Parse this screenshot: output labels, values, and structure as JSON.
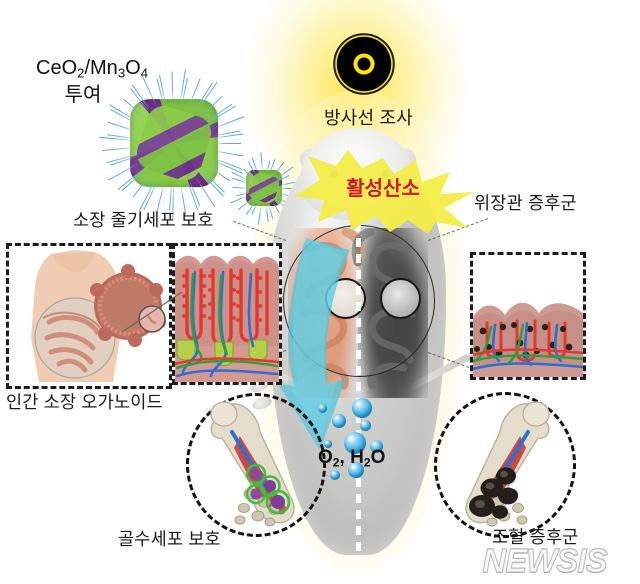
{
  "figure": {
    "type": "scientific-illustration",
    "subject": "CeO2/Mn3O4 nanoparticle radioprotection in mouse model",
    "watermark": "NEWSIS"
  },
  "labels": {
    "treatment_formula_line1_pre": "CeO",
    "treatment_formula_sub1": "2",
    "treatment_formula_mid": "/Mn",
    "treatment_formula_sub2": "3",
    "treatment_formula_mid2": "O",
    "treatment_formula_sub3": "4",
    "treatment_line2": "투여",
    "radiation": "방사선 조사",
    "ros": "활성산소",
    "gi_syndrome": "위장관 증후군",
    "stem_cell_protection": "소장 줄기세포 보호",
    "organoid": "인간 소장 오가노이드",
    "marrow_protection": "골수세포 보호",
    "hematopoietic_syndrome": "조혈 증후군",
    "byproducts_o": "O",
    "byproducts_sub2": "2",
    "byproducts_comma": ", H",
    "byproducts_sub2b": "2",
    "byproducts_o2": "O"
  },
  "colors": {
    "radiation_yellow": "#ffe600",
    "radiation_black": "#000000",
    "ros_text_red": "#d81515",
    "burst_yellow": "#f2ec4a",
    "nanoparticle_green": "#7dc242",
    "nanoparticle_purple": "#7b3f98",
    "nanoparticle_chain_blue": "#5aaee0",
    "arrow_cyan": "#4fc6e0",
    "healthy_tissue_pink": "#dc9a7b",
    "damaged_tissue_dark": "#454543",
    "bubble_blue": "#2fa5de",
    "glow_background": "#fff3a8",
    "vessel_red": "#e03a30",
    "vessel_blue": "#2f6fd0",
    "vessel_green": "#2f9e3f",
    "stem_cell_green": "#b6cf4a",
    "bone_beige": "#ddd6c4",
    "necrosis_black": "#2a2520"
  },
  "panels": [
    {
      "id": "human-organoid",
      "label": "인간 소장 오가노이드",
      "side": "left",
      "style": "dashed-rect"
    },
    {
      "id": "healthy-villi",
      "label": "소장 줄기세포 보호",
      "side": "left",
      "style": "dashed-rect",
      "state": "protected"
    },
    {
      "id": "damaged-villi",
      "label": "위장관 증후군",
      "side": "right",
      "style": "dashed-rect",
      "state": "damaged"
    },
    {
      "id": "healthy-marrow",
      "label": "골수세포 보호",
      "side": "left",
      "style": "dashed-oval",
      "state": "protected"
    },
    {
      "id": "damaged-marrow",
      "label": "조혈 증후군",
      "side": "right",
      "style": "dashed-oval",
      "state": "damaged"
    }
  ]
}
